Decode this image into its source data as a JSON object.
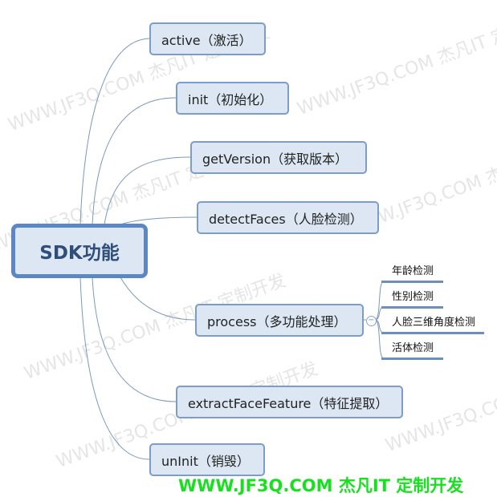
{
  "root": {
    "label": "SDK功能"
  },
  "nodes": [
    {
      "label": "active（激活）"
    },
    {
      "label": "init（初始化）"
    },
    {
      "label": "getVersion（获取版本）"
    },
    {
      "label": "detectFaces（人脸检测）"
    },
    {
      "label": "process（多功能处理）"
    },
    {
      "label": "extractFaceFeature（特征提取）"
    },
    {
      "label": "unInit（销毁）"
    }
  ],
  "process_children": [
    {
      "label": "年龄检测"
    },
    {
      "label": "性别检测"
    },
    {
      "label": "人脸三维角度检测"
    },
    {
      "label": "活体检测"
    }
  ],
  "collapse_symbol": "−",
  "watermark": "WWW.JF3Q.COM 杰凡IT 定制开发",
  "footer": "WWW.JF3Q.COM 杰凡IT  定制开发"
}
